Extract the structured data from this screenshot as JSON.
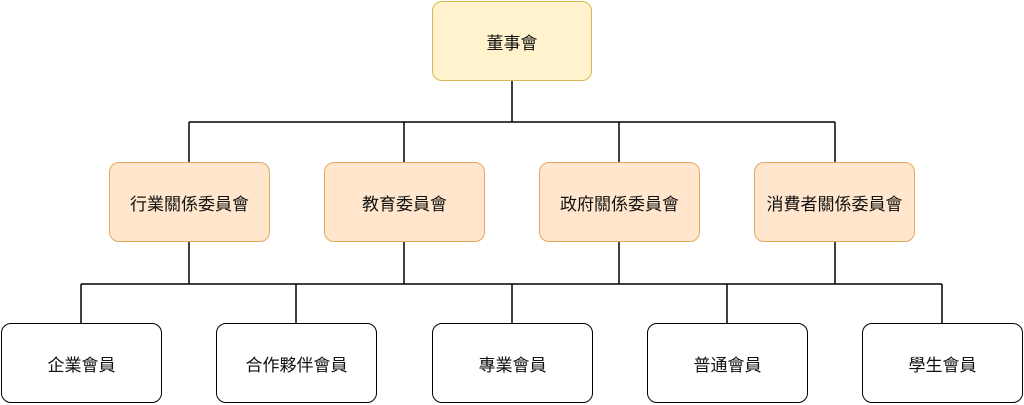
{
  "diagram": {
    "root": {
      "label": "董事會"
    },
    "committees": [
      {
        "label": "行業關係委員會"
      },
      {
        "label": "教育委員會"
      },
      {
        "label": "政府關係委員會"
      },
      {
        "label": "消費者關係委員會"
      }
    ],
    "members": [
      {
        "label": "企業會員"
      },
      {
        "label": "合作夥伴會員"
      },
      {
        "label": "專業會員"
      },
      {
        "label": "普通會員"
      },
      {
        "label": "學生會員"
      }
    ],
    "colors": {
      "root_fill": "#fff2cc",
      "root_border": "#d6b656",
      "committee_fill": "#ffe6cc",
      "committee_border": "#e3a85c",
      "member_fill": "#ffffff",
      "member_border": "#000000",
      "connector": "#000000"
    }
  }
}
